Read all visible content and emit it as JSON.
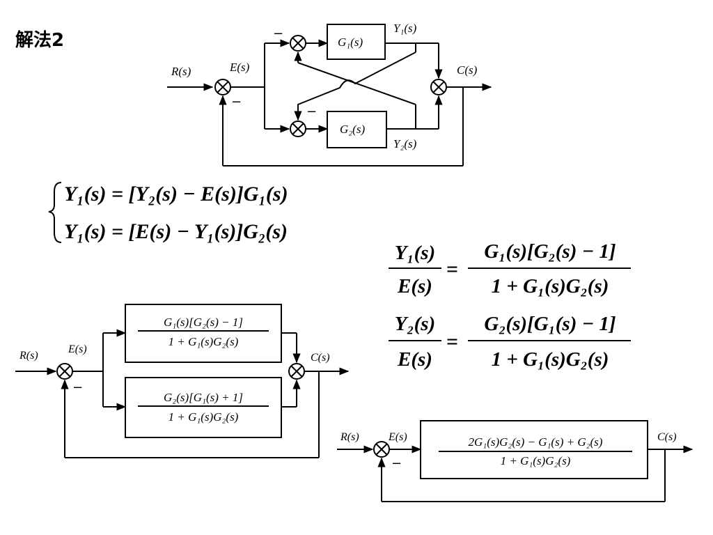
{
  "heading": "解法2",
  "diagram1": {
    "input": "R(s)",
    "error": "E(s)",
    "output": "C(s)",
    "y1": "Y₁(s)",
    "y2": "Y₂(s)",
    "block1": "G₁(s)",
    "block2": "G₂(s)",
    "minus": "−"
  },
  "equations": {
    "eq1": "Y₁(s) = [Y₂(s) − E(s)]G₁(s)",
    "eq2": "Y₁(s) = [E(s) − Y₁(s)]G₂(s)"
  },
  "ratios": {
    "r1_num": "Y₁(s)",
    "r1_den": "E(s)",
    "r1_rhs_num": "G₁(s)[G₂(s) − 1]",
    "r1_rhs_den": "1 + G₁(s)G₂(s)",
    "r2_num": "Y₂(s)",
    "r2_den": "E(s)",
    "r2_rhs_num": "G₂(s)[G₁(s) − 1]",
    "r2_rhs_den": "1 + G₁(s)G₂(s)",
    "equals": "="
  },
  "diagram2": {
    "input": "R(s)",
    "error": "E(s)",
    "output": "C(s)",
    "minus": "−",
    "top_num": "G₁(s)[G₂(s) − 1]",
    "top_den": "1 + G₁(s)G₂(s)",
    "bot_num": "G₂(s)[G₁(s) + 1]",
    "bot_den": "1 + G₁(s)G₂(s)"
  },
  "diagram3": {
    "input": "R(s)",
    "error": "E(s)",
    "output": "C(s)",
    "minus": "−",
    "num": "2G₁(s)G₂(s) − G₁(s) + G₂(s)",
    "den": "1 + G₁(s)G₂(s)"
  }
}
